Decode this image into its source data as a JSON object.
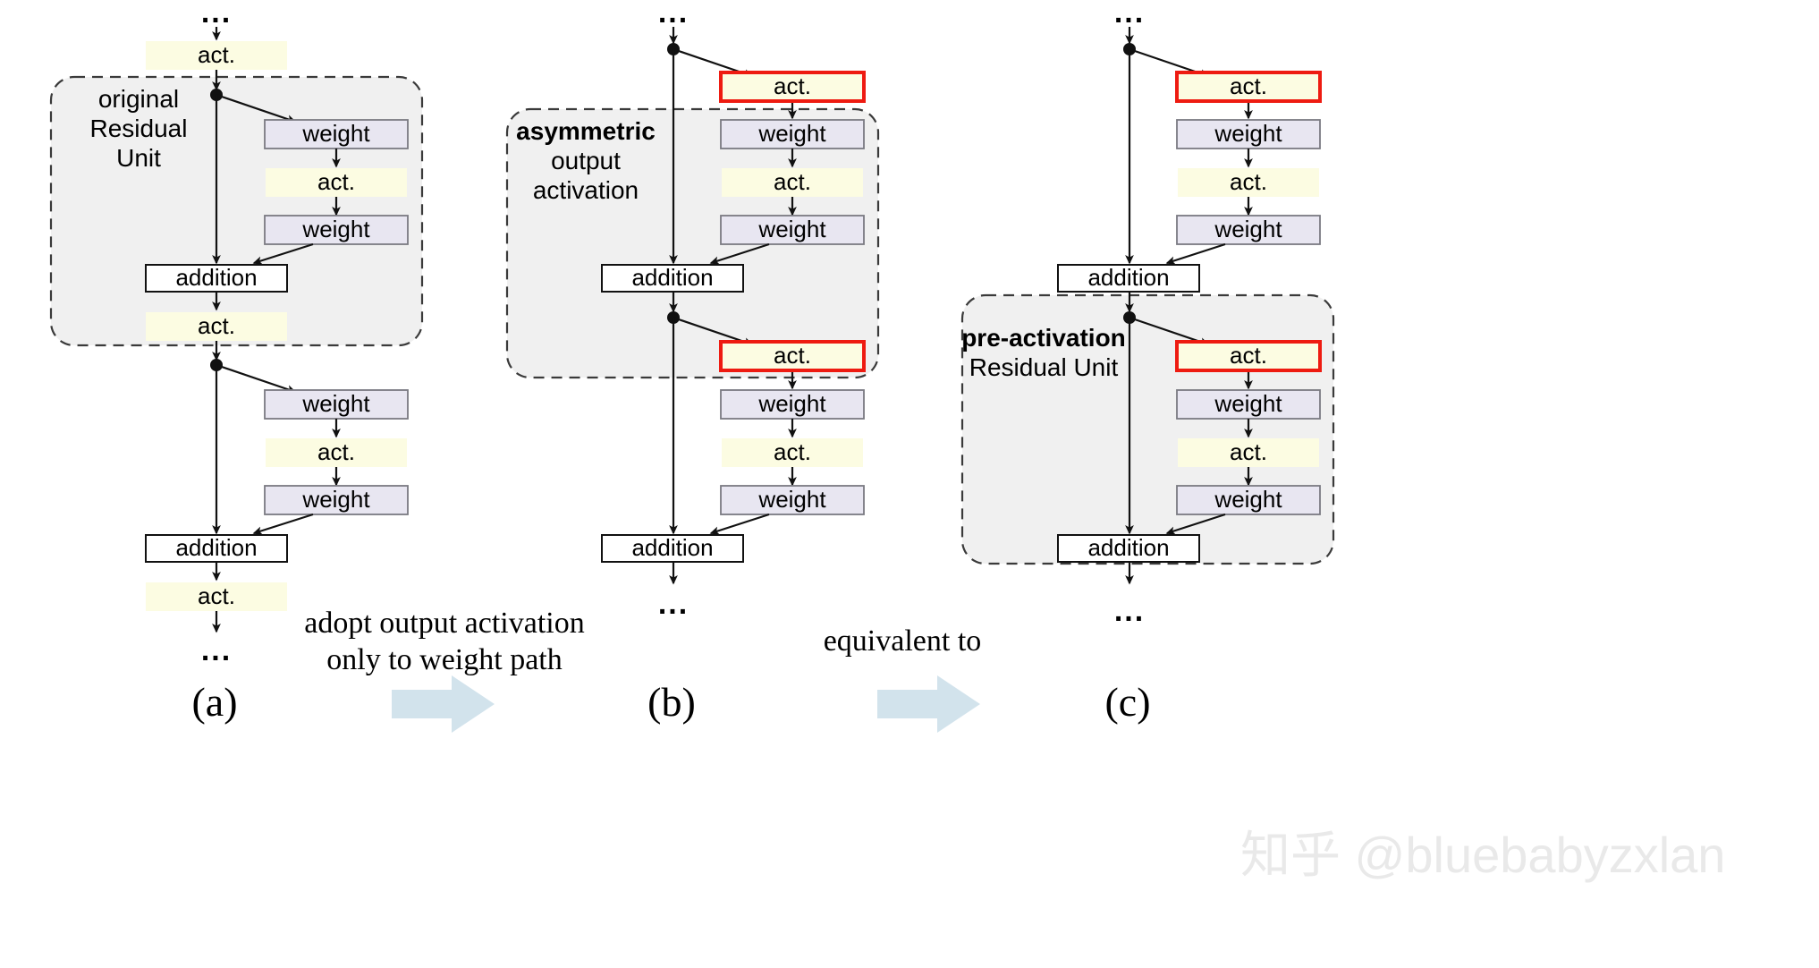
{
  "figure": {
    "title": "Residual unit activation re-arrangement diagram",
    "colors": {
      "activation_fill": "#fcfce2",
      "activation_highlight_border": "#ee1b11",
      "weight_fill": "#e8e6f1",
      "weight_border": "#7a7a82",
      "addition_fill": "#ffffff",
      "group_fill": "#f0f0f0",
      "group_border": "#3a3a3a",
      "transition_arrow": "#d2e3ec",
      "watermark": "#e9e9e9"
    },
    "labels": {
      "act": "act.",
      "weight": "weight",
      "addition": "addition",
      "ellipsis": "..."
    },
    "panels": [
      {
        "id": "a",
        "letter": "(a)",
        "group_label_lines": [
          "original",
          "Residual",
          "Unit"
        ],
        "group_label_bold_line": null,
        "blocks": [
          "act.",
          "weight",
          "act.",
          "weight",
          "addition",
          "act.",
          "weight",
          "act.",
          "weight",
          "addition",
          "act."
        ]
      },
      {
        "id": "b",
        "letter": "(b)",
        "group_label_lines": [
          "asymmetric",
          "output",
          "activation"
        ],
        "group_label_bold_line": "asymmetric",
        "blocks": [
          "act.",
          "weight",
          "act.",
          "weight",
          "addition",
          "act.",
          "weight",
          "act.",
          "weight",
          "addition"
        ]
      },
      {
        "id": "c",
        "letter": "(c)",
        "group_label_lines": [
          "pre-activation",
          "Residual Unit"
        ],
        "group_label_bold_line": "pre-activation",
        "blocks": [
          "act.",
          "weight",
          "act.",
          "weight",
          "addition",
          "act.",
          "weight",
          "act.",
          "weight",
          "addition"
        ]
      }
    ],
    "transitions": [
      {
        "id": "a-to-b",
        "caption_lines": [
          "adopt output activation",
          "only to weight path"
        ]
      },
      {
        "id": "b-to-c",
        "caption_lines": [
          "equivalent to"
        ]
      }
    ],
    "watermark": "知乎 @bluebabyzxlan"
  }
}
